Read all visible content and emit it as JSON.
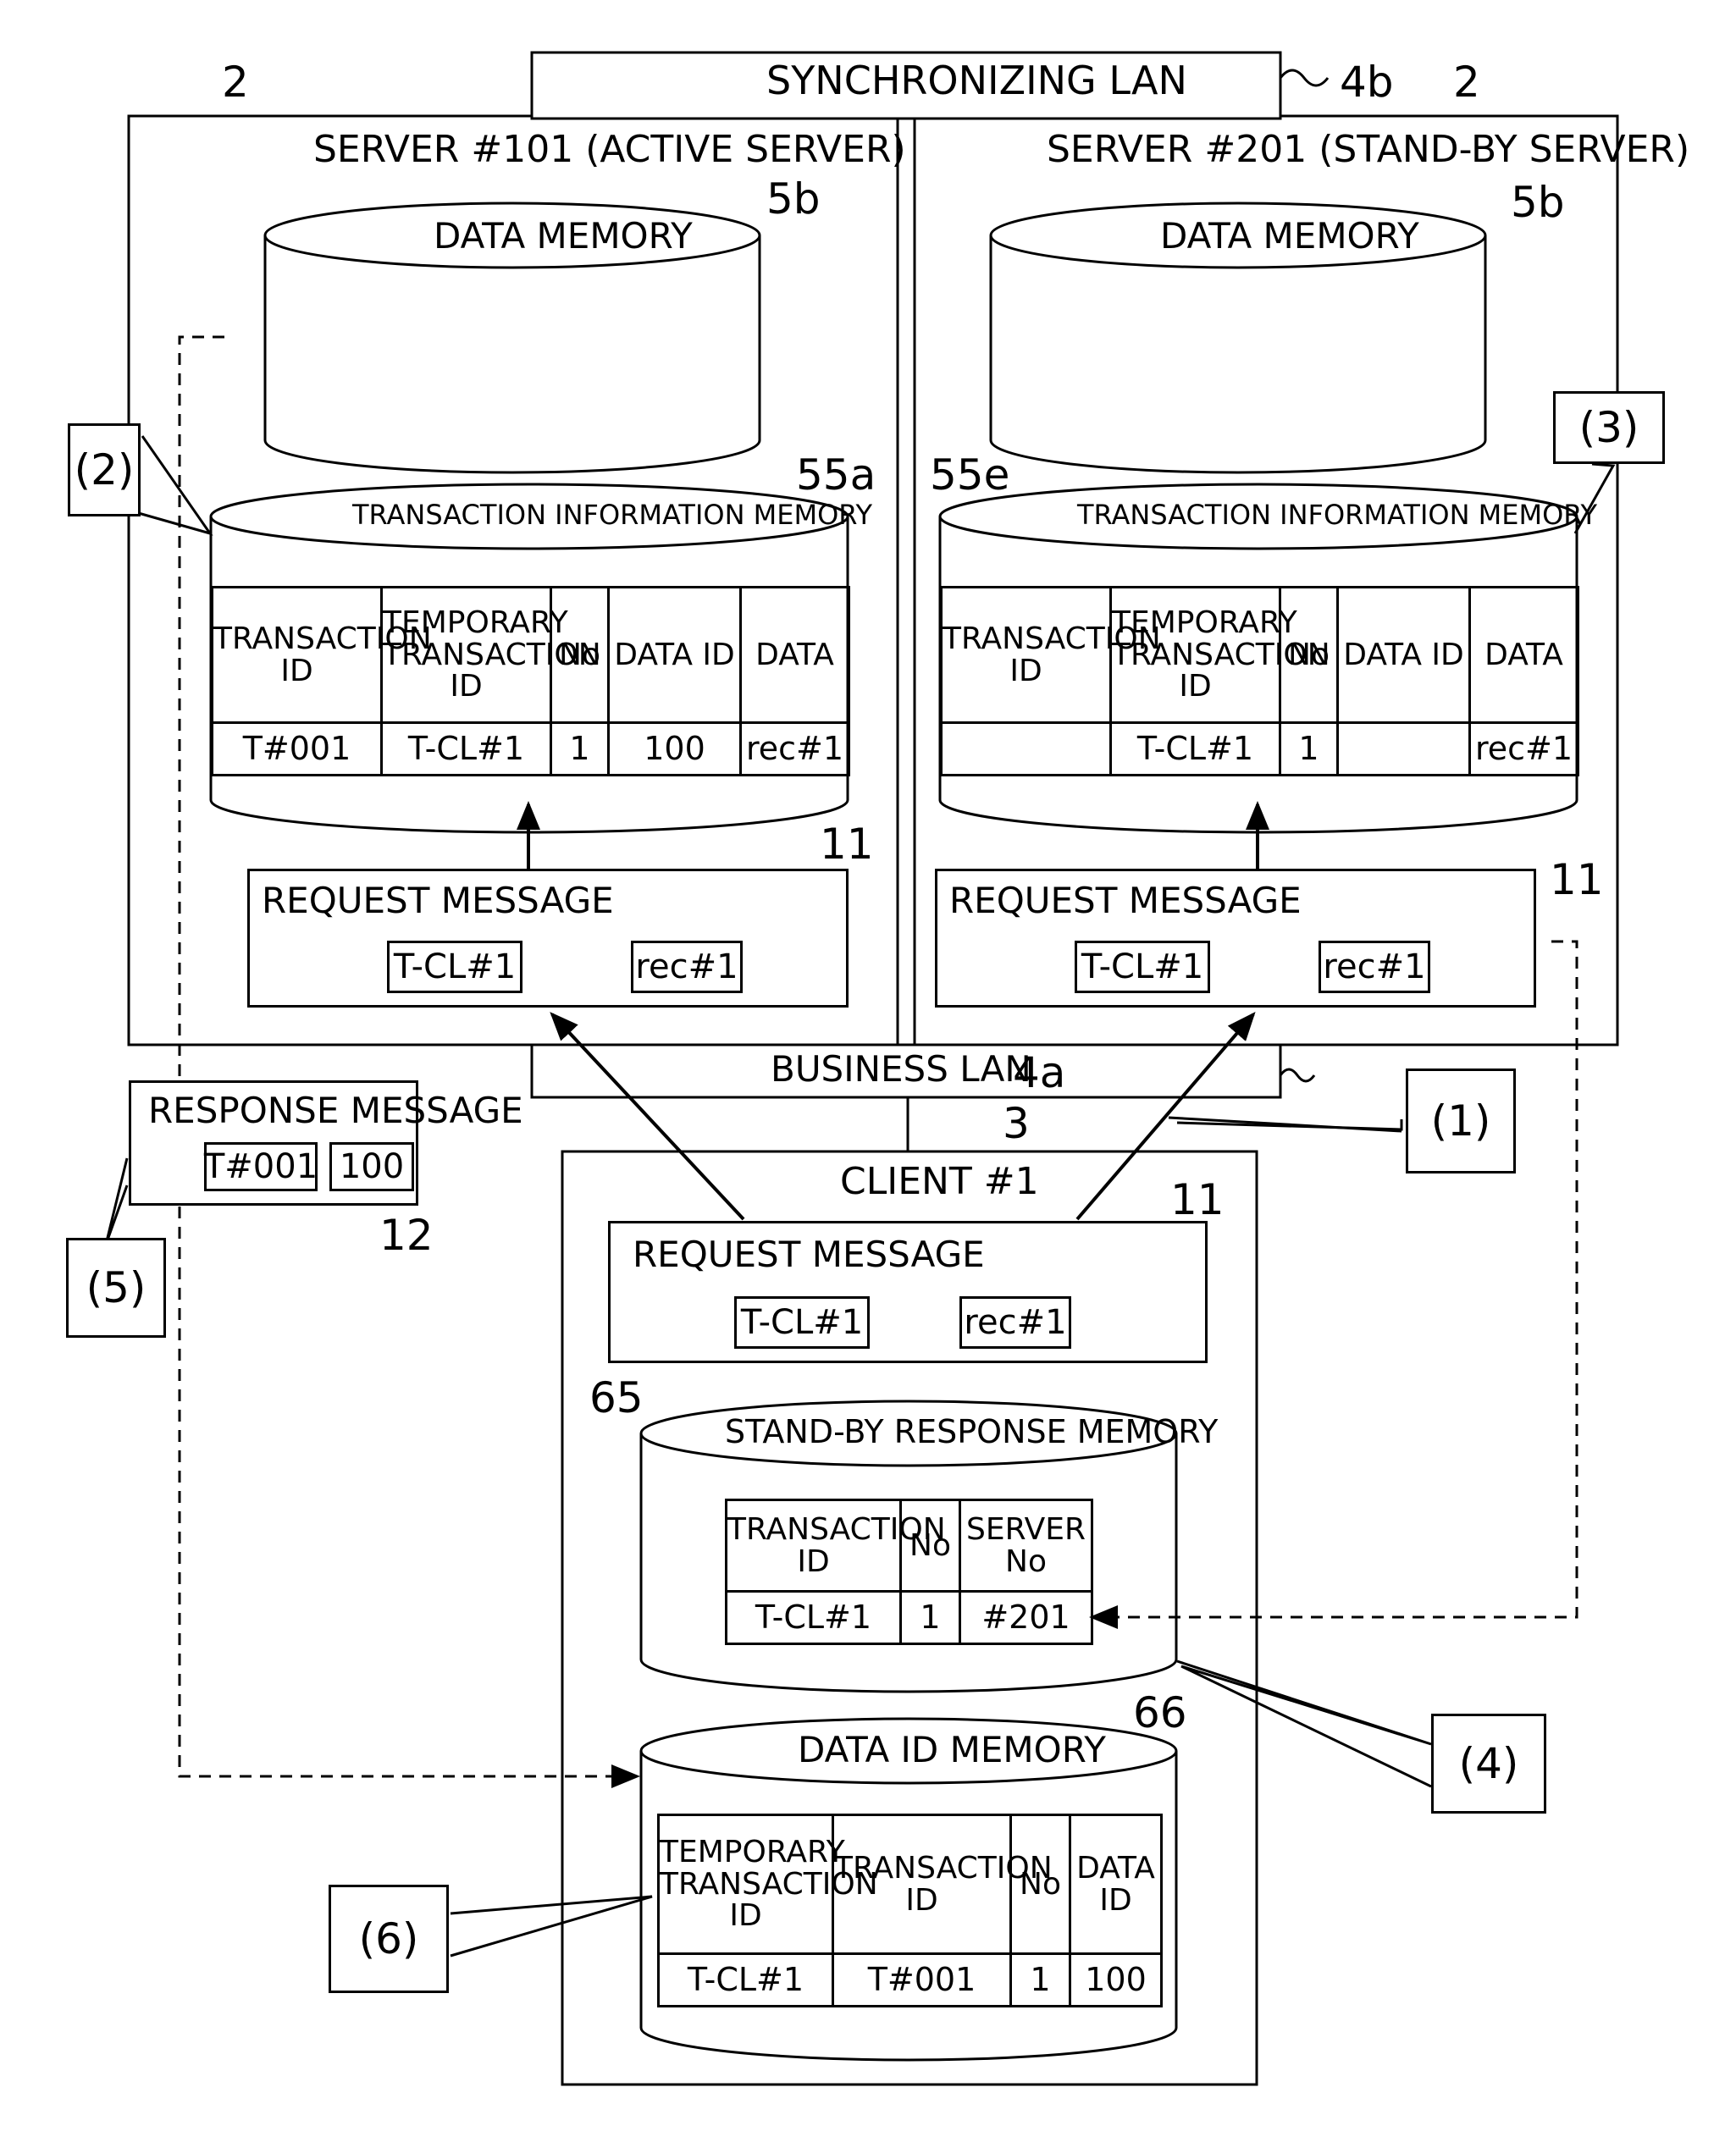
{
  "sync_lan": {
    "label": "SYNCHRONIZING LAN",
    "ref": "4b"
  },
  "business_lan": {
    "label": "BUSINESS LAN",
    "ref": "4a"
  },
  "active_server": {
    "title": "SERVER #101 (ACTIVE SERVER)",
    "ref": "2",
    "data_memory": {
      "label": "DATA MEMORY",
      "ref": "5b"
    },
    "txn_memory": {
      "label": "TRANSACTION INFORMATION MEMORY",
      "ref": "55a",
      "headers": [
        "TRANSACTION\nID",
        "TEMPORARY\nTRANSACTION\nID",
        "No",
        "DATA ID",
        "DATA"
      ],
      "row": [
        "T#001",
        "T-CL#1",
        "1",
        "100",
        "rec#1"
      ]
    },
    "request": {
      "label": "REQUEST MESSAGE",
      "ref": "11",
      "fields": [
        "T-CL#1",
        "rec#1"
      ]
    }
  },
  "standby_server": {
    "title": "SERVER #201 (STAND-BY SERVER)",
    "ref": "2",
    "data_memory": {
      "label": "DATA MEMORY",
      "ref": "5b"
    },
    "txn_memory": {
      "label": "TRANSACTION INFORMATION MEMORY",
      "ref": "55e",
      "headers": [
        "TRANSACTION\nID",
        "TEMPORARY\nTRANSACTION\nID",
        "No",
        "DATA ID",
        "DATA"
      ],
      "row": [
        "",
        "T-CL#1",
        "1",
        "",
        "rec#1"
      ]
    },
    "request": {
      "label": "REQUEST MESSAGE",
      "ref": "11",
      "fields": [
        "T-CL#1",
        "rec#1"
      ]
    }
  },
  "client": {
    "title": "CLIENT #1",
    "ref": "3",
    "request": {
      "label": "REQUEST MESSAGE",
      "ref": "11",
      "fields": [
        "T-CL#1",
        "rec#1"
      ]
    },
    "standby_memory": {
      "label": "STAND-BY RESPONSE MEMORY",
      "ref": "65",
      "headers": [
        "TRANSACTION\nID",
        "No",
        "SERVER\nNo"
      ],
      "row": [
        "T-CL#1",
        "1",
        "#201"
      ]
    },
    "data_id_memory": {
      "label": "DATA ID MEMORY",
      "ref": "66",
      "headers": [
        "TEMPORARY\nTRANSACTION\nID",
        "TRANSACTION\nID",
        "No",
        "DATA\nID"
      ],
      "row": [
        "T-CL#1",
        "T#001",
        "1",
        "100"
      ]
    }
  },
  "response": {
    "label": "RESPONSE MESSAGE",
    "ref": "12",
    "fields": [
      "T#001",
      "100"
    ]
  },
  "steps": [
    "(1)",
    "(2)",
    "(3)",
    "(4)",
    "(5)",
    "(6)"
  ]
}
